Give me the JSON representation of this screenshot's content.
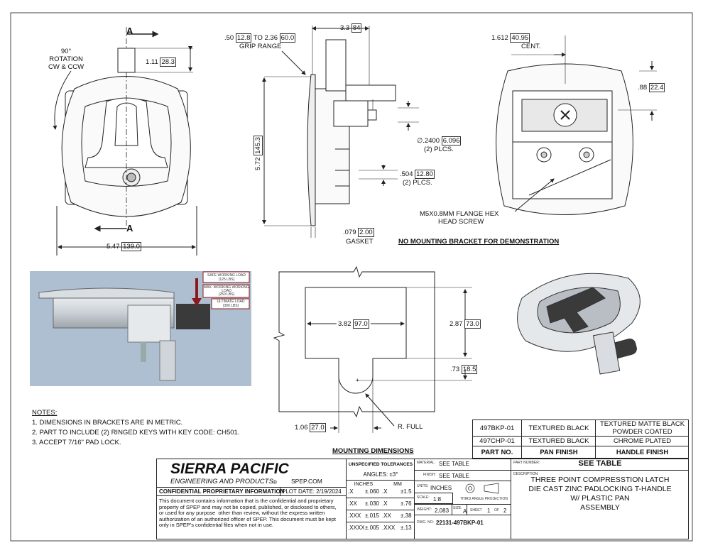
{
  "drawing": {
    "views": {
      "front": {
        "section_mark": "A",
        "rotation_label": "90°\nROTATION\nCW & CCW",
        "handle_height": "1.11",
        "handle_height_mm": "28.3",
        "overall_width": "5.47",
        "overall_width_mm": "139.0"
      },
      "side": {
        "grip_range": ".50",
        "grip_range_mm": "12.8",
        "grip_range_to": "TO 2.36",
        "grip_range_to_mm": "60.0",
        "grip_label": "GRIP RANGE",
        "depth": "3.3",
        "depth_mm": "84",
        "height": "5.72",
        "height_mm": "145.3",
        "hole_dia": "∅.2400",
        "hole_dia_mm": "6.096",
        "hole_qty": "(2) PLCS.",
        "spacing": ".504",
        "spacing_mm": "12.80",
        "spacing_qty": "(2) PLCS.",
        "gasket": ".079",
        "gasket_mm": "2.00",
        "gasket_label": "GASKET"
      },
      "rear": {
        "cent": "1.612",
        "cent_mm": "40.95",
        "cent_label": "CENT.",
        "offset": ".88",
        "offset_mm": "22.4",
        "screw_label_1": "M5X0.8MM FLANGE HEX",
        "screw_label_2": "HEAD SCREW",
        "note": "NO MOUNTING BRACKET FOR DEMONSTRATION"
      },
      "loads": {
        "safe": "SAFE WORKING LOAD",
        "safe_val": "(125 LBS)",
        "max": "MAX. WORKING WORKING",
        "max_2": "LOAD",
        "max_val": "(250 LBS)",
        "ultimate": "ULTIMATE LOAD",
        "ultimate_val": "(300 LBS)"
      },
      "mounting": {
        "width": "3.82",
        "width_mm": "97.0",
        "height": "2.87",
        "height_mm": "73.0",
        "notch": ".73",
        "notch_mm": "18.5",
        "notch_w": "1.06",
        "notch_w_mm": "27.0",
        "radius": "R. FULL",
        "title": "MOUNTING DIMENSIONS"
      }
    }
  },
  "notes": {
    "title": "NOTES:",
    "items": [
      "1.   DIMENSIONS IN BRACKETS ARE IN METRIC.",
      "2.   PART TO INCLUDE (2) RINGED KEYS WITH KEY CODE: CH501.",
      "3.   ACCEPT 7/16\" PAD LOCK."
    ]
  },
  "finish_table": {
    "rows": [
      {
        "part": "497BKP-01",
        "pan": "TEXTURED BLACK",
        "handle": "TEXTURED MATTE BLACK\nPOWDER COATED"
      },
      {
        "part": "497CHP-01",
        "pan": "TEXTURED BLACK",
        "handle": "CHROME PLATED"
      }
    ],
    "headers": {
      "part": "PART NO.",
      "pan": "PAN FINISH",
      "handle": "HANDLE FINISH"
    }
  },
  "title_block": {
    "company": "SIERRA PACIFIC",
    "company_sub": "ENGINEERING AND PRODUCTS",
    "reg": "®",
    "website": "SPEP.COM",
    "confidential": "CONFIDENTIAL PROPRIETARY INFORMATION",
    "plot_date": "PLOT DATE:  2/19/2024",
    "disclaimer": "This document contains information that is the confidential and proprietary\nproperty of SPEP and may not be copied, published, or disclosed to others,\nor used for any purpose  other than review, without the express written\nauthorization of an authorized officer of SPEP. This document must be kept\nonly in SPEP's confidential files when not in use.",
    "tol_title": "UNSPECIFIED TOLERANCES",
    "angles": "ANGLES: ±3°",
    "inches": "INCHES",
    "mm": "MM",
    "tol_rows": [
      {
        "in": ".X",
        "in_tol": "±.060",
        "mm": ".X",
        "mm_tol": "±1.5"
      },
      {
        "in": ".XX",
        "in_tol": "±.030",
        "mm": ".X",
        "mm_tol": "±.76"
      },
      {
        "in": ".XXX",
        "in_tol": "±.015",
        "mm": ".XX",
        "mm_tol": "±.38"
      },
      {
        "in": ".XXXX",
        "in_tol": "±.005",
        "mm": ".XXX",
        "mm_tol": "±.13"
      }
    ],
    "material_label": "MATERIAL:",
    "material": "SEE TABLE",
    "finish_label": "FINISH:",
    "finish": "SEE TABLE",
    "units_label": "UNITS:",
    "units": "INCHES",
    "projection": "THIRD ANGLE PROJECTION",
    "scale_label": "SCALE:",
    "scale": "1:8",
    "weight_label": "WEIGHT:",
    "weight": "2.083",
    "size_label": "SIZE:",
    "size": "A",
    "sheet_label": "SHEET",
    "sheet": "1",
    "of_label": "OF",
    "of": "2",
    "dwg_label": "DWG. NO:",
    "dwg": "22131-497BKP-01",
    "partnum_label": "PART NUMBER:",
    "partnum": "SEE TABLE",
    "desc_label": "DESCRIPTION:",
    "desc_1": "THREE POINT COMPRESSTION LATCH",
    "desc_2": "DIE CAST ZINC PADLOCKING T-HANDLE",
    "desc_3": "W/ PLASTIC PAN",
    "desc_4": "ASSEMBLY"
  },
  "colors": {
    "line": "#222222",
    "photo_bg": "#aebfd2",
    "load_arrow": "#8b1a1a",
    "handle_dark": "#3a3a3a"
  }
}
